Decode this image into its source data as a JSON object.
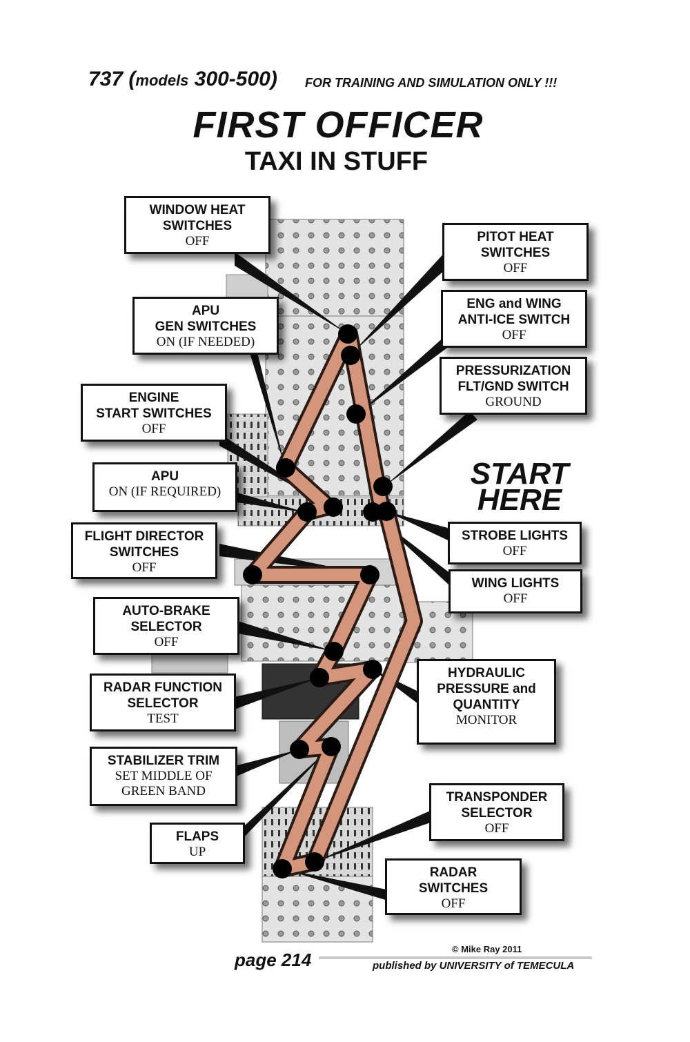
{
  "header": {
    "model_prefix": "737 (",
    "model_models": "models",
    "model_range": " 300-500)",
    "note": "FOR TRAINING AND SIMULATION ONLY !!!"
  },
  "title": "FIRST OFFICER",
  "subtitle": "TAXI IN STUFF",
  "start_here": "START\nHERE",
  "callouts": {
    "window_heat": {
      "name": "WINDOW HEAT\nSWITCHES",
      "action": "OFF"
    },
    "pitot_heat": {
      "name": "PITOT HEAT\nSWITCHES",
      "action": "OFF"
    },
    "apu_gen": {
      "name": "APU\nGEN SWITCHES",
      "action": "ON (IF NEEDED)"
    },
    "eng_wing_anti_ice": {
      "name": "ENG and WING\nANTI-ICE SWITCH",
      "action": "OFF"
    },
    "pressurization": {
      "name": "PRESSURIZATION\nFLT/GND SWITCH",
      "action": "GROUND"
    },
    "engine_start": {
      "name": "ENGINE\nSTART SWITCHES",
      "action": "OFF"
    },
    "apu": {
      "name": "APU",
      "action": "ON (IF REQUIRED)"
    },
    "strobe_lights": {
      "name": "STROBE LIGHTS",
      "action": "OFF"
    },
    "flight_director": {
      "name": "FLIGHT DIRECTOR\nSWITCHES",
      "action": "OFF"
    },
    "wing_lights": {
      "name": "WING LIGHTS",
      "action": "OFF"
    },
    "auto_brake": {
      "name": "AUTO-BRAKE\nSELECTOR",
      "action": "OFF"
    },
    "hydraulic": {
      "name": "HYDRAULIC\nPRESSURE and\nQUANTITY",
      "action": "MONITOR"
    },
    "radar_function": {
      "name": "RADAR FUNCTION\nSELECTOR",
      "action": "TEST"
    },
    "stabilizer_trim": {
      "name": "STABILIZER TRIM",
      "action": "SET MIDDLE OF\nGREEN BAND"
    },
    "transponder": {
      "name": "TRANSPONDER\nSELECTOR",
      "action": "OFF"
    },
    "flaps": {
      "name": "FLAPS",
      "action": "UP"
    },
    "radar_switches": {
      "name": "RADAR\nSWITCHES",
      "action": "OFF"
    }
  },
  "footer": {
    "copyright": "© Mike Ray 2011",
    "page": "page 214",
    "publisher": "published by UNIVERSITY of TEMECULA"
  },
  "colors": {
    "path_fill": "#e2a185",
    "path_outline": "#2a1a14",
    "panel": "#dcdcdc",
    "marker": "#000000"
  }
}
